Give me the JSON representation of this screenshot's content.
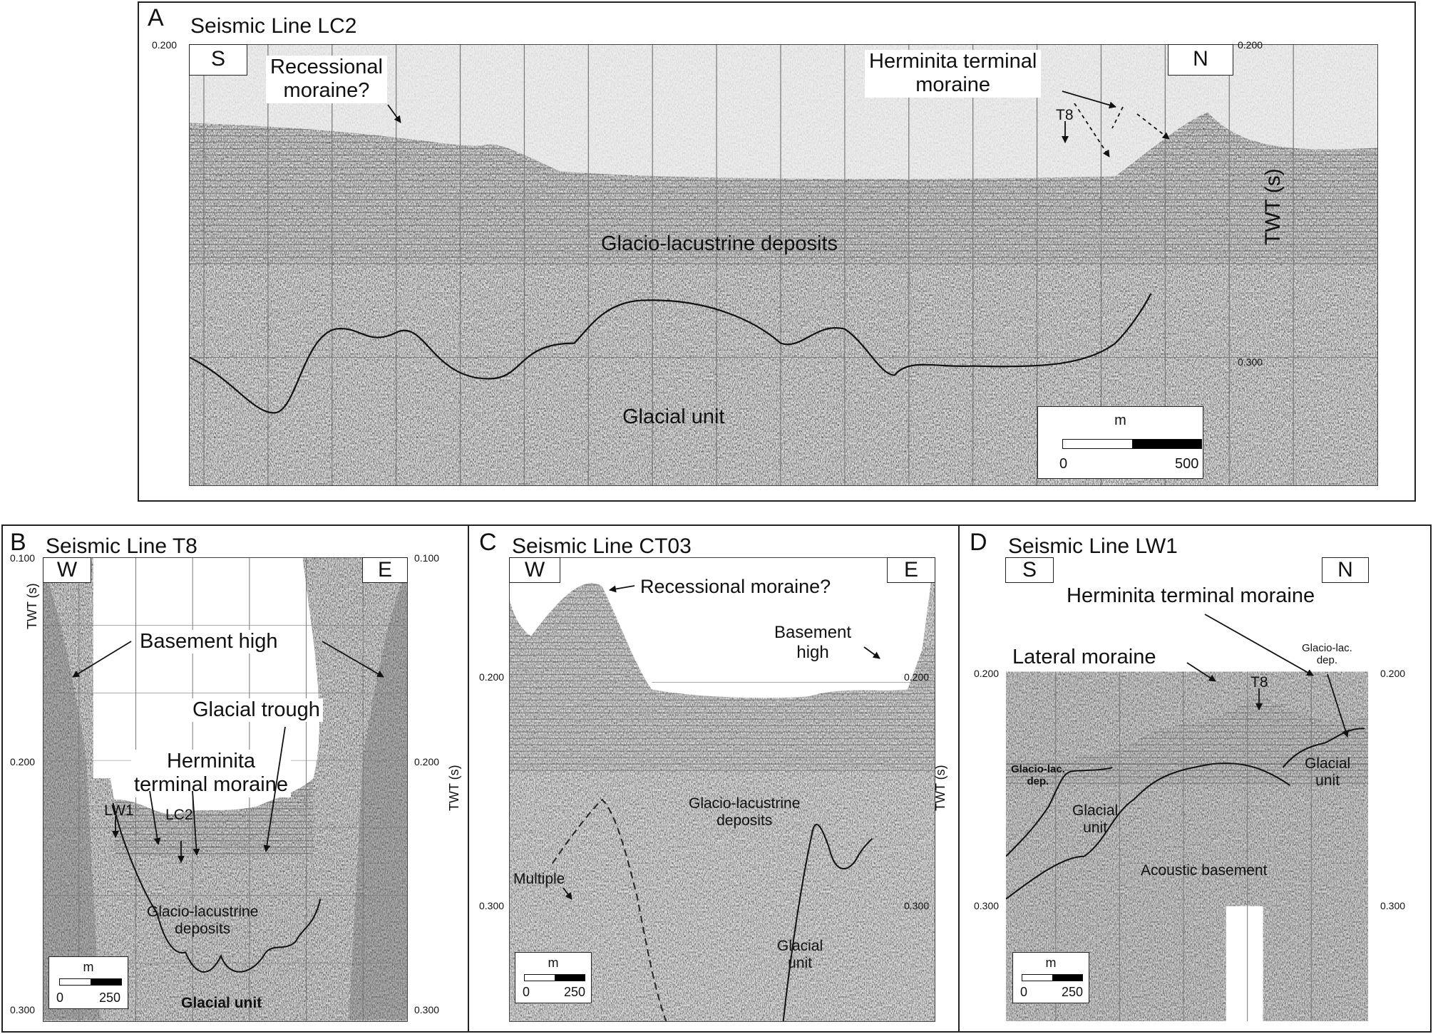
{
  "panels": {
    "A": {
      "letter": "A",
      "title": "Seismic Line LC2",
      "left_dir": "S",
      "right_dir": "N",
      "ticks_left": [
        "0.200"
      ],
      "ticks_right": [
        "0.200",
        "0.300"
      ],
      "axis_label": "TWT (s)",
      "labels": {
        "recessional": "Recessional\nmoraine?",
        "herminita": "Herminita terminal\nmoraine",
        "t8": "T8",
        "glacio": "Glacio-lacustrine deposits",
        "glacial": "Glacial unit"
      },
      "scale": {
        "unit": "m",
        "min": "0",
        "max": "500"
      }
    },
    "B": {
      "letter": "B",
      "title": "Seismic Line T8",
      "left_dir": "W",
      "right_dir": "E",
      "ticks_left": [
        "0.100",
        "0.200",
        "0.300"
      ],
      "ticks_right": [
        "0.100",
        "0.200",
        "0.300"
      ],
      "axis_label": "TWT (s)",
      "labels": {
        "basement": "Basement high",
        "trough": "Glacial trough",
        "herminita": "Herminita\nterminal moraine",
        "lw1": "LW1",
        "lc2": "LC2",
        "glacio": "Glacio-lacustrine\ndeposits",
        "glacial": "Glacial unit"
      },
      "scale": {
        "unit": "m",
        "min": "0",
        "max": "250"
      }
    },
    "C": {
      "letter": "C",
      "title": "Seismic Line CT03",
      "left_dir": "W",
      "right_dir": "E",
      "ticks_left": [
        "0.200",
        "0.300"
      ],
      "ticks_right": [
        "0.200",
        "0.300"
      ],
      "axis_label": "TWT (s)",
      "labels": {
        "recessional": "Recessional moraine?",
        "basement": "Basement\nhigh",
        "glacio": "Glacio-lacustrine\ndeposits",
        "multiple": "Multiple",
        "glacial": "Glacial\nunit"
      },
      "scale": {
        "unit": "m",
        "min": "0",
        "max": "250"
      }
    },
    "D": {
      "letter": "D",
      "title": "Seismic Line LW1",
      "left_dir": "S",
      "right_dir": "N",
      "ticks_left": [
        "0.200",
        "0.300"
      ],
      "ticks_right": [
        "0.200",
        "0.300"
      ],
      "labels": {
        "herminita": "Herminita terminal moraine",
        "lateral": "Lateral moraine",
        "t8": "T8",
        "glaciolac_right": "Glacio-lac.\ndep.",
        "glaciolac_left": "Glacio-lac.\ndep.",
        "glacial_left": "Glacial\nunit",
        "glacial_right": "Glacial\nunit",
        "acoustic": "Acoustic basement"
      },
      "scale": {
        "unit": "m",
        "min": "0",
        "max": "250"
      }
    }
  },
  "colors": {
    "frame": "#222222",
    "seismic_bg": "#d8d8d8",
    "water": "#ffffff",
    "interpretation": "#111111"
  }
}
